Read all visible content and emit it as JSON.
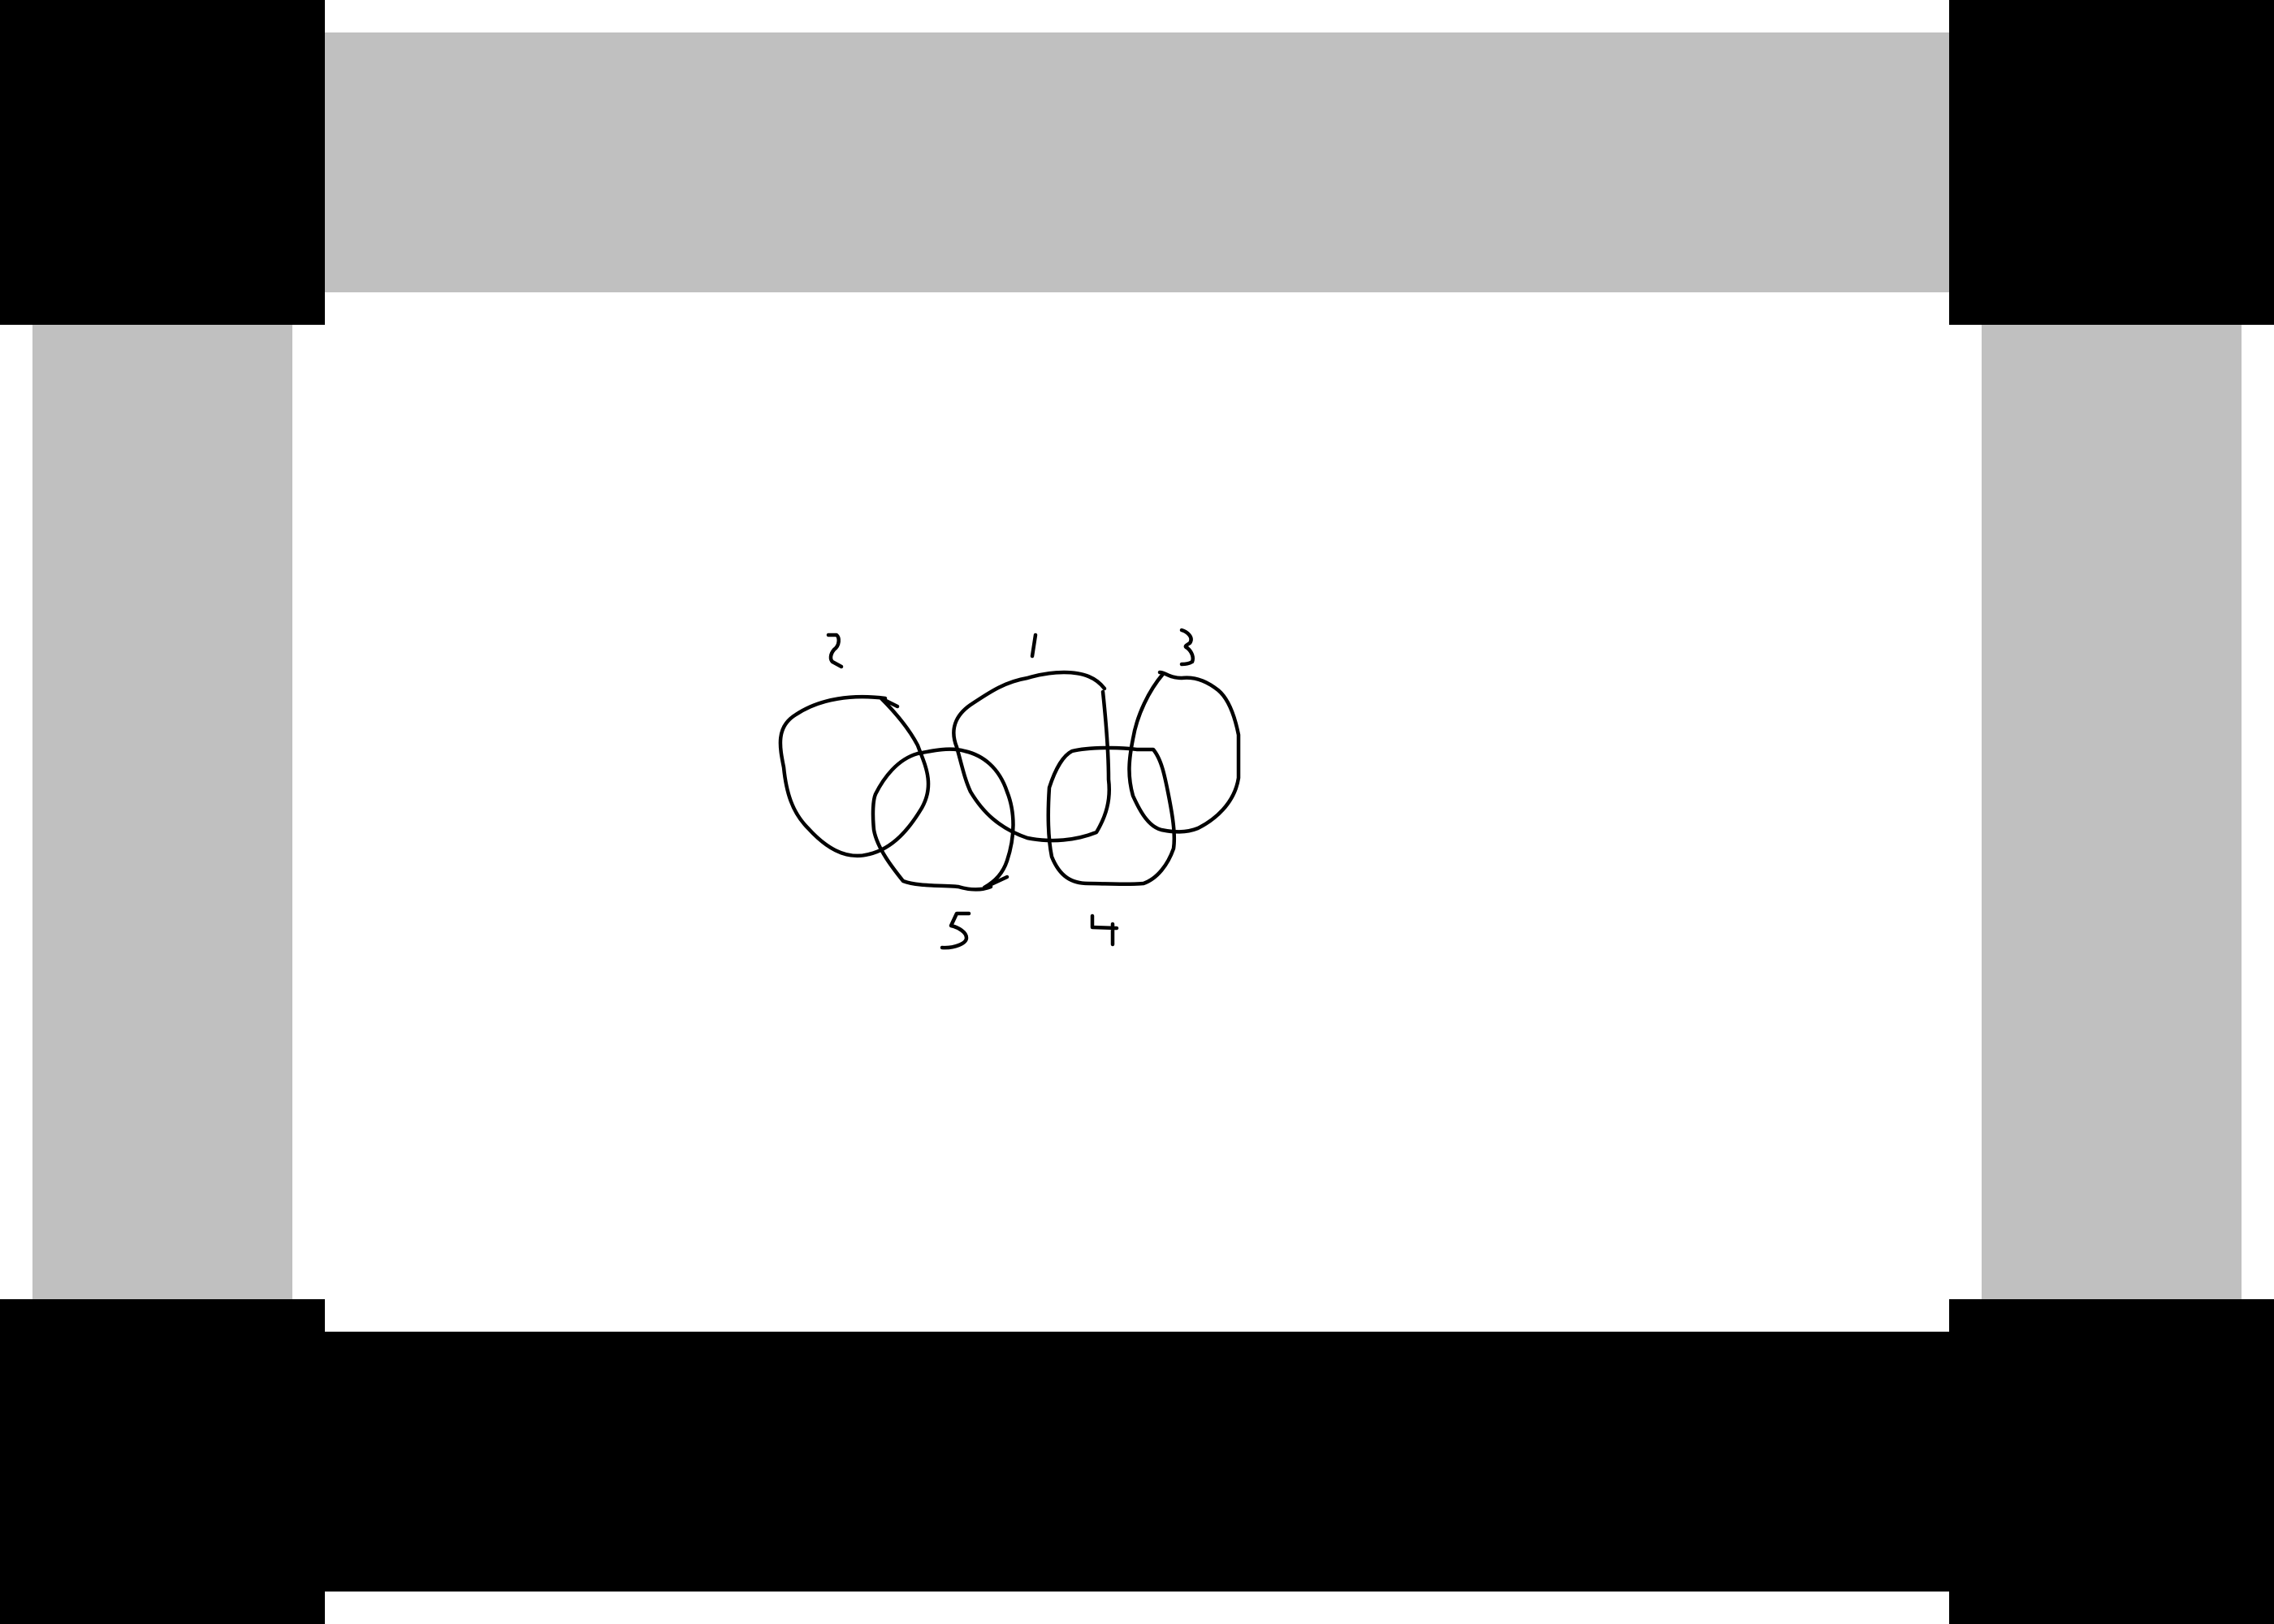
{
  "diagram": {
    "kind": "hand-drawn-linked-loops",
    "stroke_color": "#000000",
    "frame_colors": {
      "outer": "#000000",
      "band": "#c0c0c0",
      "canvas": "#ffffff"
    },
    "loops": [
      {
        "id": "loop-1",
        "label": "1"
      },
      {
        "id": "loop-2",
        "label": "2"
      },
      {
        "id": "loop-3",
        "label": "3"
      },
      {
        "id": "loop-4",
        "label": "4"
      },
      {
        "id": "loop-5",
        "label": "5"
      }
    ]
  }
}
